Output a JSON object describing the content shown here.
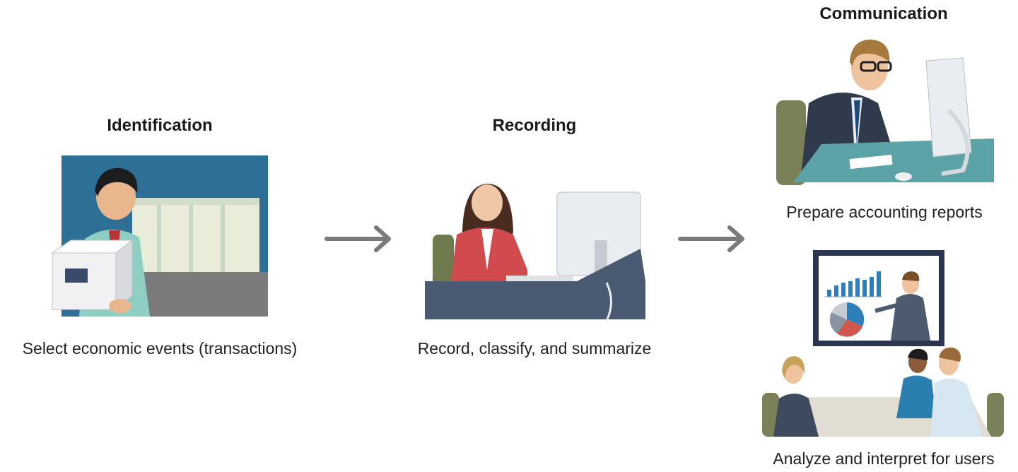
{
  "steps": [
    {
      "heading": "Identification",
      "caption": "Select economic events (transactions)"
    },
    {
      "heading": "Recording",
      "caption": "Record, classify, and summarize"
    },
    {
      "heading": "Communication",
      "captions": [
        "Prepare accounting reports",
        "Analyze and interpret for users"
      ]
    }
  ],
  "colors": {
    "arrow": "#7a7a7a",
    "wall_blue": "#2e6f96",
    "desk_navy": "#4a5a72",
    "desk_teal": "#5ba3a6",
    "screen_frame": "#2b3550",
    "chart_bar": "#2e7fb8"
  },
  "icons": [
    "right-arrow-icon",
    "right-arrow-icon"
  ]
}
